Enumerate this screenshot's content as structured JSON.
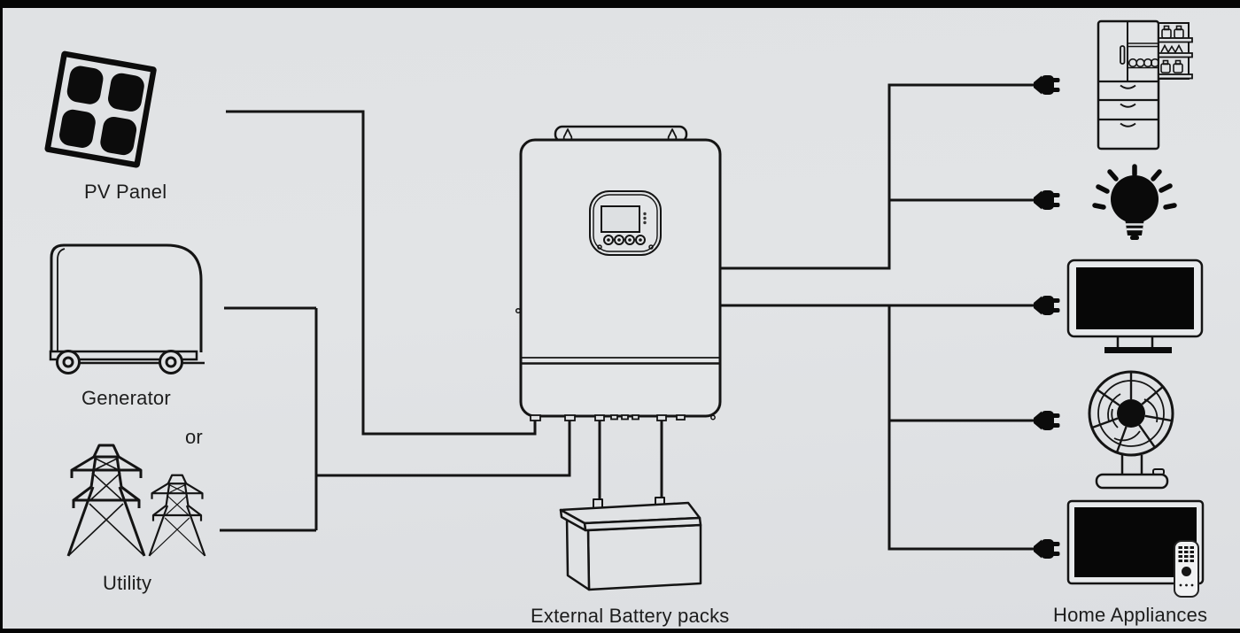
{
  "meta": {
    "description": "Solar hybrid inverter wiring diagram",
    "background_color": "#e0e2e4",
    "line_color": "#141414",
    "icon_color": "#0c0c0c"
  },
  "labels": {
    "pv_panel": "PV Panel",
    "generator": "Generator",
    "or_text": "or",
    "utility": "Utility",
    "external_battery": "External Battery packs",
    "home_appliances": "Home Appliances"
  },
  "icons": {
    "source_pv": "solar-panel-icon",
    "source_generator": "portable-generator-icon",
    "source_utility": "transmission-towers-icon",
    "center_unit": "solar-inverter-icon",
    "storage": "battery-pack-icon",
    "connector": "power-plug-icon",
    "appliance_1": "refrigerator-icon",
    "appliance_2": "light-bulb-icon",
    "appliance_3": "tv-icon",
    "appliance_4": "desk-fan-icon",
    "appliance_5": "tv-with-remote-icon"
  }
}
